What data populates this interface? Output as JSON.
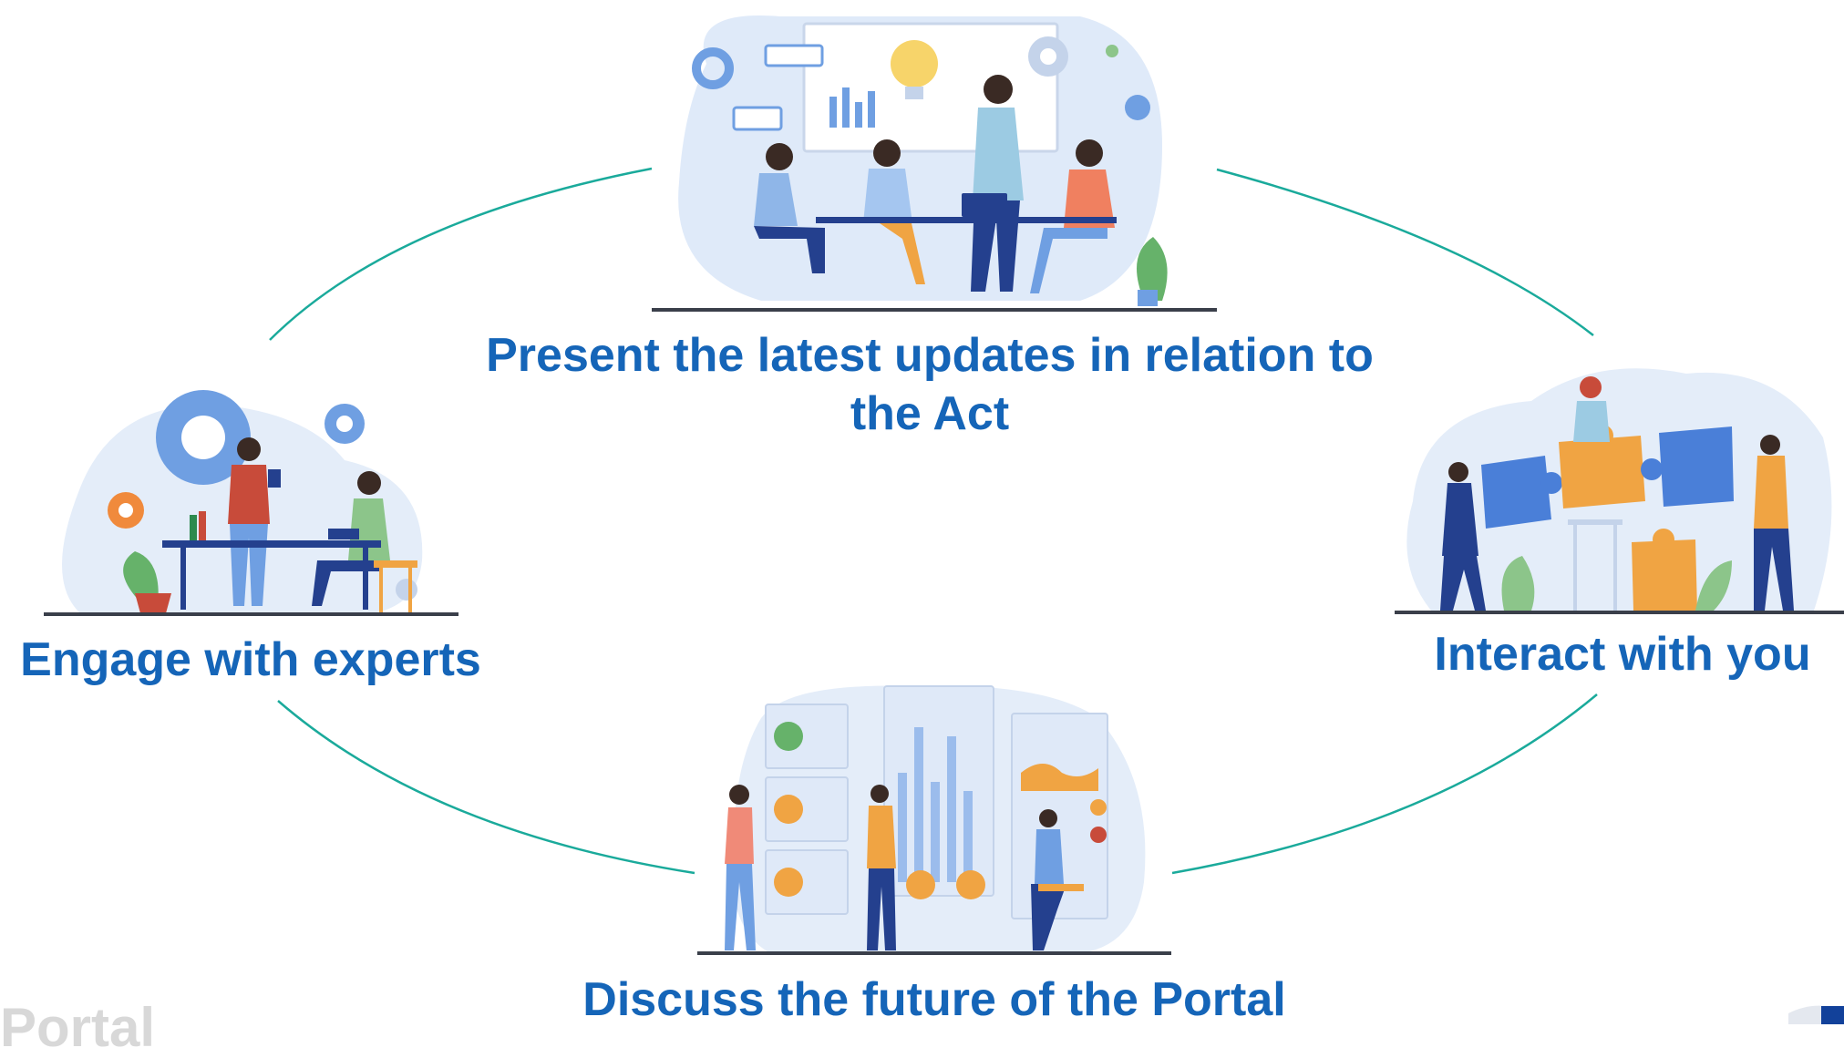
{
  "steps": {
    "top": "Present the latest updates in relation to the Act",
    "left": "Engage with experts",
    "right": "Interact with you",
    "bottom": "Discuss the future of the Portal"
  },
  "footer": {
    "partial_title": "Portal"
  },
  "colors": {
    "label_blue": "#1565b8",
    "connector_teal": "#1aaa9b",
    "illustration_light_blue": "#dce8f8",
    "illustration_mid_blue": "#6f9fe2",
    "illustration_dark_blue": "#24408e",
    "illustration_orange": "#f0a443"
  },
  "illustrations": {
    "top": "team-meeting-illustration",
    "left": "expert-collaboration-illustration",
    "right": "puzzle-teamwork-illustration",
    "bottom": "data-dashboard-discussion-illustration"
  }
}
